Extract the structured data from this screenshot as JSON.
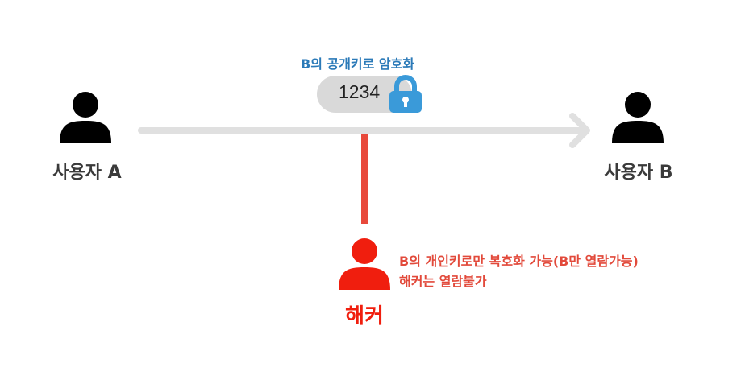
{
  "diagram": {
    "sender": {
      "label": "사용자 A",
      "icon": "person-icon",
      "color": "#000000"
    },
    "receiver": {
      "label": "사용자 B",
      "icon": "person-icon",
      "color": "#000000"
    },
    "message": {
      "caption": "B의 공개키로 암호화",
      "value": "1234",
      "lock_icon": "lock-icon",
      "lock_color": "#3a9ad9"
    },
    "attacker": {
      "label": "해커",
      "icon": "person-icon",
      "color": "#f01e0e",
      "notes": [
        "B의 개인키로만 복호화 가능(B만 열람가능)",
        "해커는 열람불가"
      ]
    },
    "colors": {
      "arrow": "#e0e0e0",
      "intercept_line": "#e8493b",
      "caption": "#2b7ab8",
      "note": "#e24a3b"
    }
  }
}
